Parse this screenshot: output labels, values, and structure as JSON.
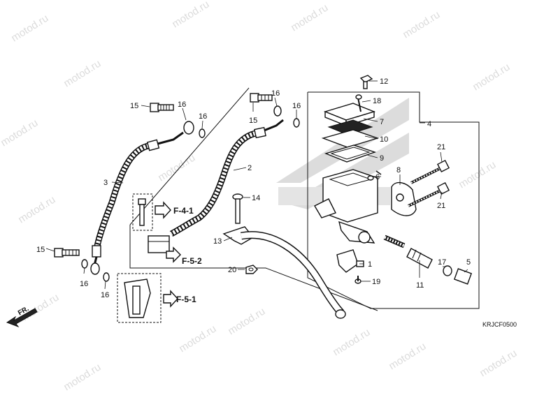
{
  "watermark": "motod.ru",
  "diagram_code": "KRJCF0500",
  "front_indicator": "FR.",
  "callouts": {
    "c1": "1",
    "c2": "2",
    "c3": "3",
    "c4": "4",
    "c5": "5",
    "c6": "6",
    "c7": "7",
    "c8": "8",
    "c9": "9",
    "c10": "10",
    "c11": "11",
    "c12": "12",
    "c13": "13",
    "c14": "14",
    "c15a": "15",
    "c15b": "15",
    "c15c": "15",
    "c16a": "16",
    "c16b": "16",
    "c16c": "16",
    "c16d": "16",
    "c16e": "16",
    "c16f": "16",
    "c17": "17",
    "c18": "18",
    "c19": "19",
    "c20": "20",
    "c21a": "21",
    "c21b": "21"
  },
  "references": {
    "f41": "F-4-1",
    "f51": "F-5-1",
    "f52": "F-5-2"
  },
  "colors": {
    "line": "#111111",
    "watermark": "#9a9a9a"
  }
}
